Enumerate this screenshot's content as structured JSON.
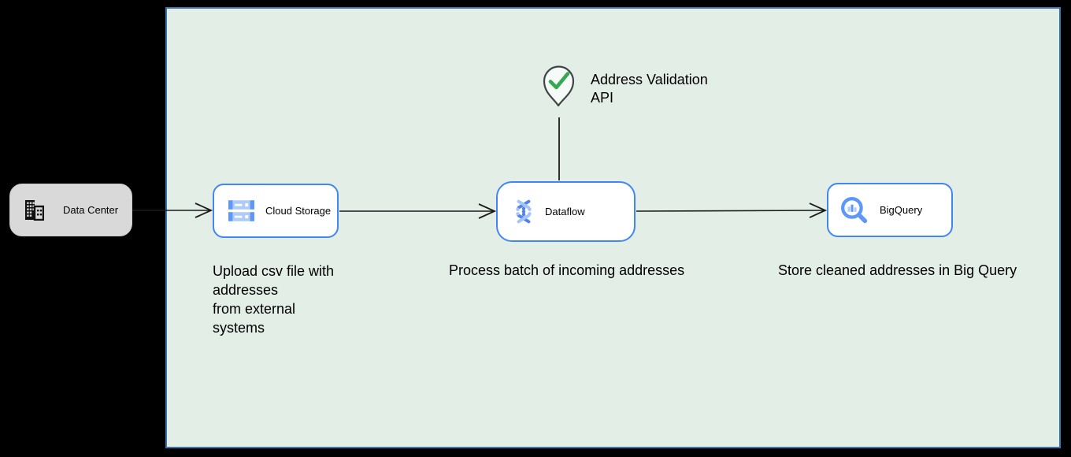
{
  "canvas": {
    "background_color": "#000000"
  },
  "panel": {
    "background_color": "#e3efe6",
    "border_color": "#3a75b0"
  },
  "colors": {
    "node_border_blue": "#4285f4",
    "icon_blue": "#5e97f6",
    "icon_light_blue": "#aecbfa",
    "datacenter_fill": "#d9d9d9",
    "arrow_color": "#1a1a1a",
    "check_green": "#34a853",
    "pin_outline": "#3f4648"
  },
  "nodes": {
    "datacenter": {
      "label": "Data Center",
      "icon": "building-icon"
    },
    "cloud_storage": {
      "label": "Cloud Storage",
      "icon": "cloud-storage-icon"
    },
    "dataflow": {
      "label": "Dataflow",
      "icon": "dataflow-icon"
    },
    "bigquery": {
      "label": "BigQuery",
      "icon": "bigquery-icon"
    }
  },
  "annotations": {
    "address_validation": {
      "icon": "map-pin-check-icon",
      "line1": "Address Validation",
      "line2": "API"
    },
    "upload_note": {
      "lines": [
        "Upload csv file with",
        "addresses",
        "from external",
        "systems"
      ]
    },
    "process_note": "Process batch of incoming addresses",
    "store_note": "Store cleaned addresses in Big Query"
  },
  "connectors": {
    "datacenter_to_cloudstorage": "arrow-right",
    "cloudstorage_to_dataflow": "arrow-right",
    "dataflow_to_bigquery": "arrow-right",
    "addressvalidation_to_dataflow": "line-vertical"
  }
}
